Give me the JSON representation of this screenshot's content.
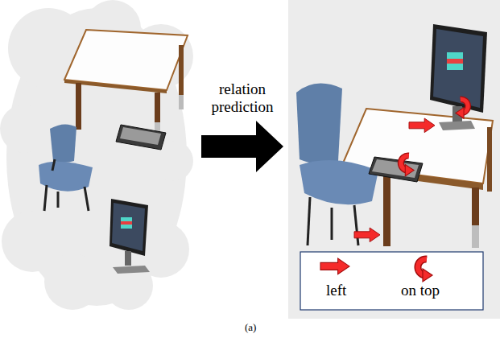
{
  "diagram": {
    "caption": "(a)",
    "labels": [
      "relation prediction"
    ],
    "legend": [
      {
        "text": "left"
      },
      {
        "text": "on top"
      }
    ]
  }
}
